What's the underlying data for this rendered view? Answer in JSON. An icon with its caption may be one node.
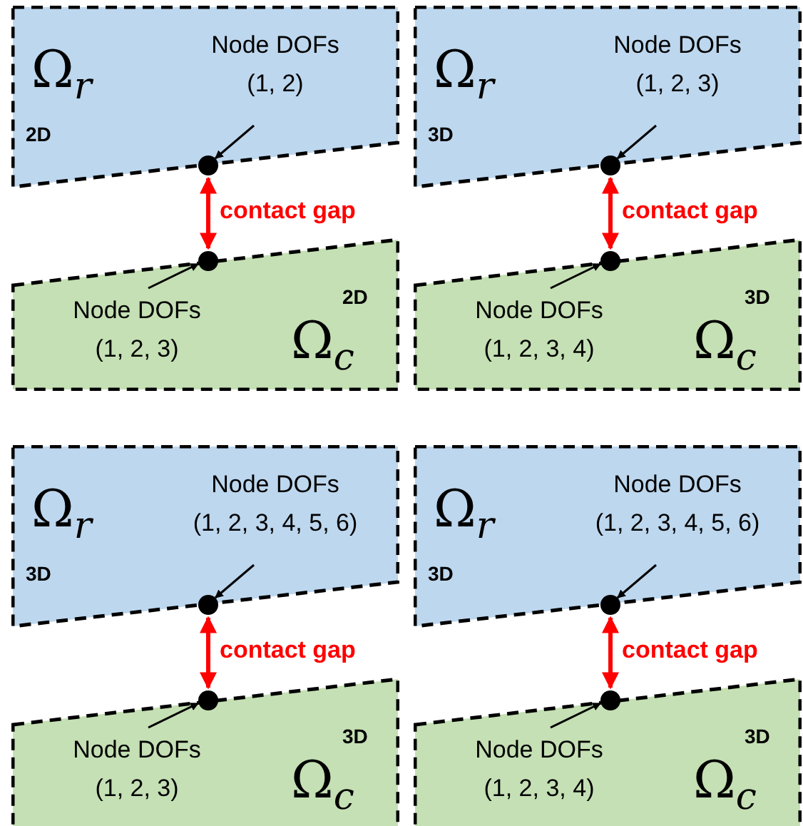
{
  "diagram": {
    "nodes": [
      {
        "text": [
          "Ω$_{r}$",
          "2D"
        ]
      },
      {
        "text": [
          "Node DOFs (1, 2)"
        ],
        "in": 0
      },
      {
        "text": [],
        "shape": "circle"
      },
      {
        "text": [],
        "shape": "circle"
      },
      {
        "text": [
          "2D",
          "Ω$_{c}$"
        ]
      },
      {
        "text": [
          "Node DOFs (1, 2, 3)"
        ],
        "in": 4
      },
      {
        "text": [
          "Ω$_{r}$",
          "3D"
        ]
      },
      {
        "text": [
          "Node DOFs (1, 2, 3)"
        ],
        "in": 6
      },
      {
        "text": [],
        "shape": "circle"
      },
      {
        "text": [],
        "shape": "circle"
      },
      {
        "text": [
          "3D",
          "Ω$_{c}$"
        ]
      },
      {
        "text": [
          "Node DOFs (1, 2, 3, 4)"
        ],
        "in": 10
      },
      {
        "text": [
          "Ω$_{r}$",
          "3D"
        ]
      },
      {
        "text": [
          "Node DOFs (1, 2, 3, 4, 5, 6)"
        ],
        "in": 12
      },
      {
        "text": [],
        "shape": "circle"
      },
      {
        "text": [],
        "shape": "circle"
      },
      {
        "text": [
          "3D",
          "Ω$_{c}$"
        ]
      },
      {
        "text": [
          "Node DOFs (1, 2, 3)"
        ],
        "in": 16
      },
      {
        "text": [
          "Ω$_{r}$",
          "3D"
        ]
      },
      {
        "text": [
          "Node DOFs (1, 2, 3, 4, 5, 6)"
        ],
        "in": 18
      },
      {
        "text": [],
        "shape": "circle"
      },
      {
        "text": [],
        "shape": "circle"
      },
      {
        "text": [
          "3D",
          "Ω$_{c}$"
        ]
      },
      {
        "text": [
          "Node DOFs (1, 2, 3, 4)"
        ],
        "in": 22
      }
    ],
    "edges": [
      {
        "from": 1,
        "to": 2,
        "arrow": "to"
      },
      {
        "from": 2,
        "to": 3,
        "arrow": "both",
        "label": "contact gap",
        "color": "#ff0000",
        "style": "thick"
      },
      {
        "from": 5,
        "to": 3,
        "arrow": "to"
      },
      {
        "from": 7,
        "to": 8,
        "arrow": "to"
      },
      {
        "from": 8,
        "to": 9,
        "arrow": "both",
        "label": "contact gap",
        "color": "#ff0000",
        "style": "thick"
      },
      {
        "from": 11,
        "to": 9,
        "arrow": "to"
      },
      {
        "from": 13,
        "to": 14,
        "arrow": "to"
      },
      {
        "from": 14,
        "to": 15,
        "arrow": "both",
        "label": "contact gap",
        "color": "#ff0000",
        "style": "thick"
      },
      {
        "from": 17,
        "to": 15,
        "arrow": "to"
      },
      {
        "from": 19,
        "to": 20,
        "arrow": "to"
      },
      {
        "from": 20,
        "to": 21,
        "arrow": "both",
        "label": "contact gap",
        "color": "#ff0000",
        "style": "thick"
      },
      {
        "from": 23,
        "to": 21,
        "arrow": "to"
      }
    ]
  }
}
